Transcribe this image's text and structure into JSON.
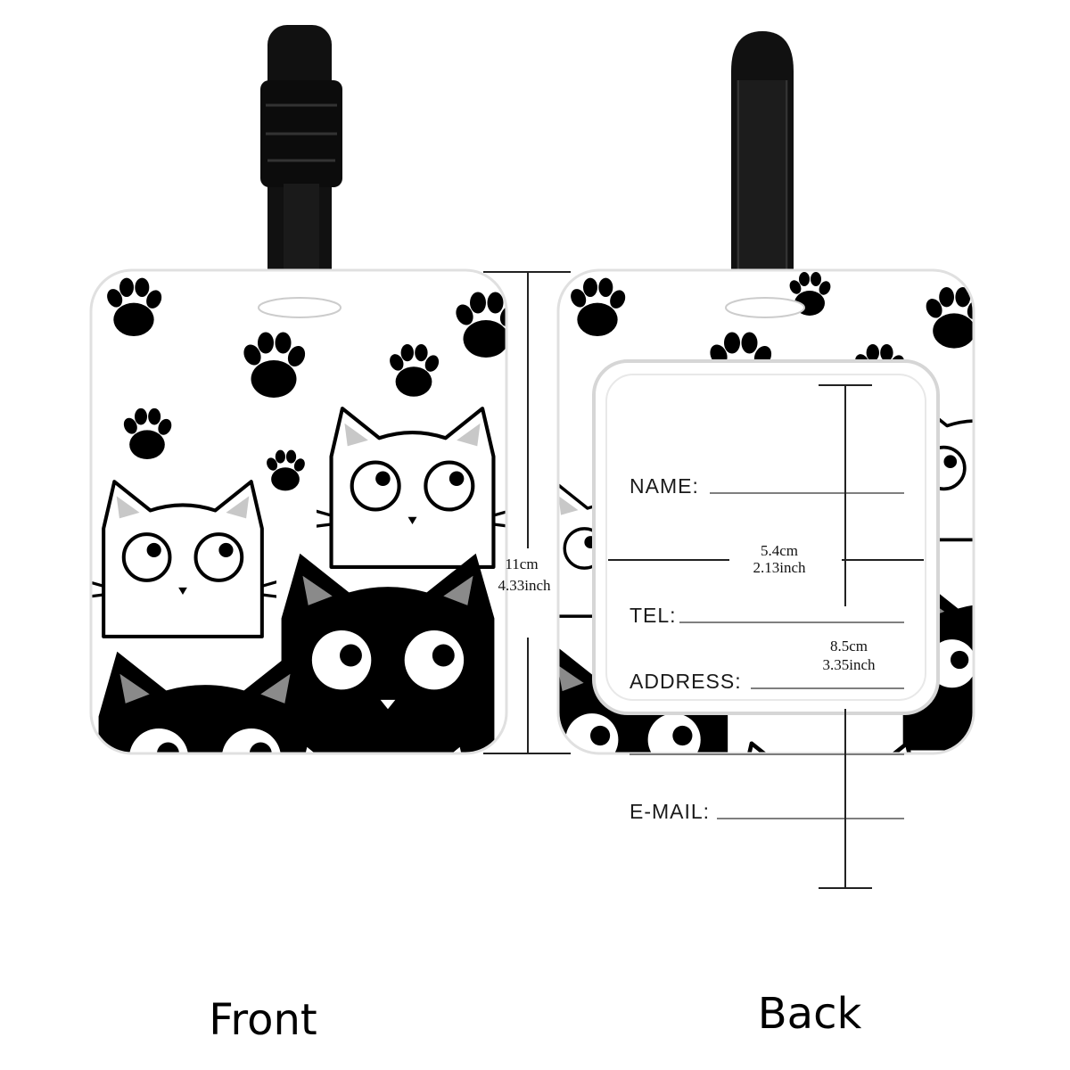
{
  "captions": {
    "front": "Front",
    "back": "Back"
  },
  "form_fields": {
    "name": "NAME:",
    "tel": "TEL:",
    "address": "ADDRESS:",
    "email": "E-MAIL:"
  },
  "dimensions": {
    "height_cm": "11cm",
    "height_inch": "4.33inch",
    "width_cm": "5.4cm",
    "width_inch": "2.13inch",
    "inner_height_cm": "8.5cm",
    "inner_height_inch": "3.35inch"
  },
  "colors": {
    "ink": "#000000",
    "paper": "#ffffff",
    "ear_gray": "#c8c8c8",
    "strap": "#111111"
  }
}
